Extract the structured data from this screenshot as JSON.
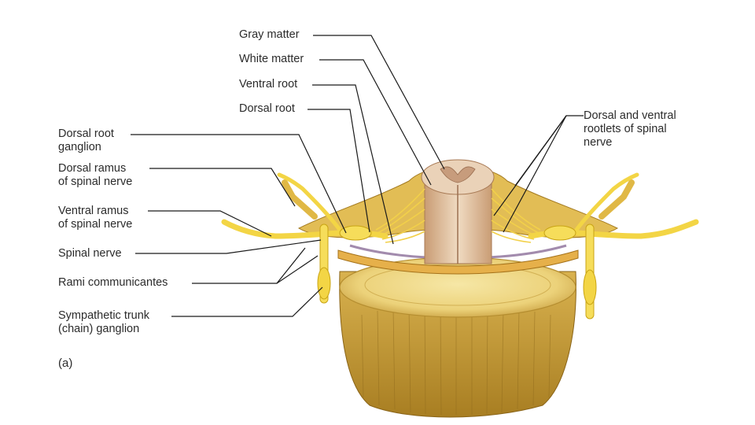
{
  "labels": {
    "gray_matter": "Gray matter",
    "white_matter": "White matter",
    "ventral_root": "Ventral root",
    "dorsal_root": "Dorsal root",
    "drg_line1": "Dorsal root",
    "drg_line2": "ganglion",
    "dorsal_ramus_line1": "Dorsal ramus",
    "dorsal_ramus_line2": "of spinal nerve",
    "ventral_ramus_line1": "Ventral ramus",
    "ventral_ramus_line2": "of spinal nerve",
    "spinal_nerve": "Spinal nerve",
    "rami_communicantes": "Rami communicantes",
    "symp_line1": "Sympathetic trunk",
    "symp_line2": "(chain) ganglion",
    "rootlets_line1": "Dorsal and ventral",
    "rootlets_line2": "rootlets of spinal",
    "rootlets_line3": "nerve"
  },
  "panel_label": "(a)",
  "colors": {
    "bone": "#e9c86a",
    "bone_shadow": "#b8902e",
    "bone_dark": "#9a7420",
    "disc_top": "#f2de8a",
    "spinal_cord": "#e3c4a2",
    "gray_matter": "#cfa98a",
    "nerve": "#f3d545",
    "nerve_edge": "#c9a414",
    "membrane": "#7a5a8a",
    "leader_line": "#1a1a1a"
  }
}
